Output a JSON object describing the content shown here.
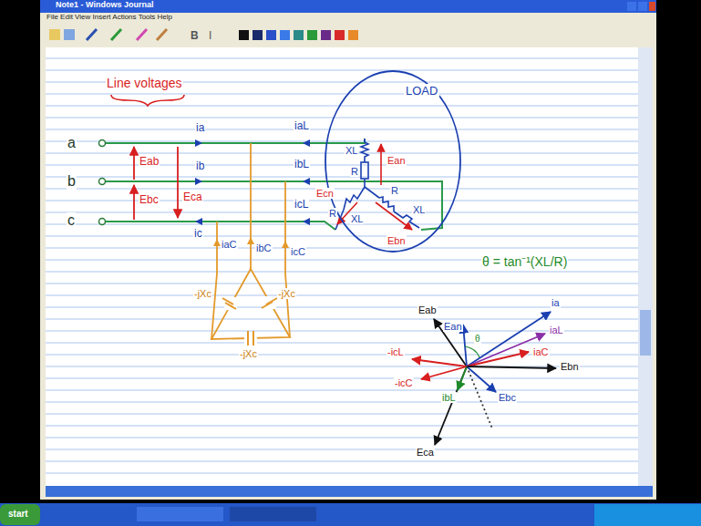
{
  "diagram": {
    "nodes": [
      {
        "text": [
          "LOAD"
        ]
      }
    ],
    "labels": [
      "Note1 - Windows Journal",
      "File Edit View Insert Actions Tools Help",
      "B",
      "I",
      "start",
      "Line voltages",
      "a",
      "b",
      "c",
      "ia",
      "ib",
      "ic",
      "Eab",
      "Ebc",
      "Eca",
      "iaL",
      "ibL",
      "icL",
      "Ean",
      "Ebn",
      "Ecn",
      "R",
      "XL",
      "R",
      "XL",
      "R",
      "XL",
      "iaC",
      "ibC",
      "icC",
      "-jXc",
      "-jXc",
      "-jXc",
      "θ = tan⁻¹(XL/R)",
      "Eab",
      "Ean",
      "ia",
      "iaL",
      "iaC",
      "Ebn",
      "Ebc",
      "Eca",
      "-icL",
      "-icC",
      "ibL",
      "θ"
    ]
  }
}
